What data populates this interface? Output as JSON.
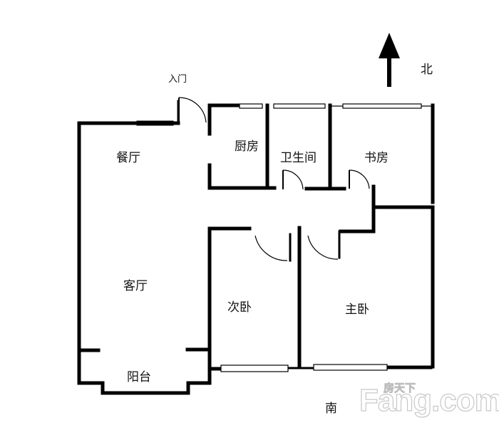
{
  "floorplan": {
    "compass": {
      "north_label": "北",
      "south_label": "南"
    },
    "entrance_label": "入门",
    "rooms": [
      {
        "id": "dining",
        "label": "餐厅"
      },
      {
        "id": "kitchen",
        "label": "厨房"
      },
      {
        "id": "bathroom",
        "label": "卫生间"
      },
      {
        "id": "study",
        "label": "书房"
      },
      {
        "id": "living",
        "label": "客厅"
      },
      {
        "id": "second-bedroom",
        "label": "次卧"
      },
      {
        "id": "master-bedroom",
        "label": "主卧"
      },
      {
        "id": "balcony",
        "label": "阳台"
      }
    ],
    "colors": {
      "wall": "#000000",
      "background": "#ffffff",
      "watermark": "#c8c8c8"
    }
  },
  "watermark": {
    "brand_en": "Fang.com",
    "brand_cn": "房天下"
  }
}
